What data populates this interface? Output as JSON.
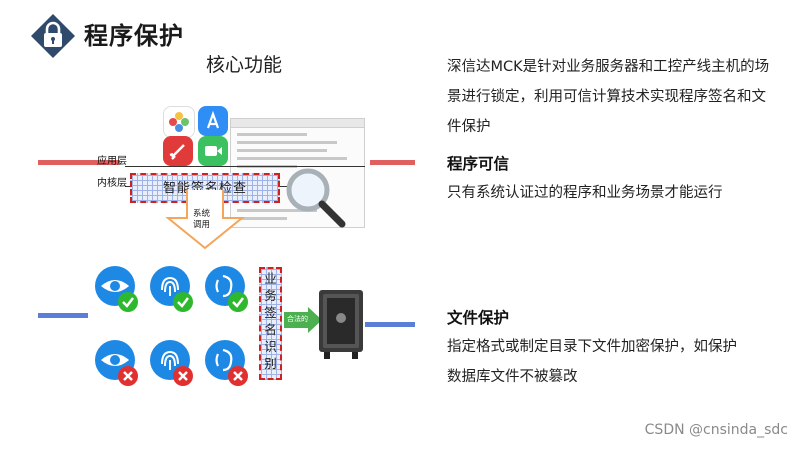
{
  "header": {
    "title": "程序保护",
    "subtitle": "核心功能",
    "lock_icon": "lock-icon"
  },
  "diagram": {
    "app_layer_label": "应用层",
    "kernel_layer_label": "内核层",
    "signature_check_label": "智能签名检查",
    "system_call_label_line1": "系统",
    "system_call_label_line2": "调用",
    "business_signature_chars": [
      "业",
      "务",
      "签",
      "名",
      "识",
      "别"
    ],
    "safe_arrow_label": "合法的",
    "app_icons": [
      "photos-icon",
      "app-store-icon",
      "rocket-icon",
      "facetime-icon"
    ],
    "biometrics_allowed": [
      "eye-icon",
      "fingerprint-icon",
      "face-scan-icon"
    ],
    "biometrics_denied": [
      "eye-icon",
      "fingerprint-icon",
      "face-scan-icon"
    ],
    "colors": {
      "red_bar": "#e06060",
      "blue_bar": "#5b7fd9",
      "arrow": "#f4a55a",
      "check": "#2eb82e",
      "cross": "#e03030"
    }
  },
  "description": "深信达MCK是针对业务服务器和工控产线主机的场景进行锁定，利用可信计算技术实现程序签名和文件保护",
  "sections": [
    {
      "heading": "程序可信",
      "text": "只有系统认证过的程序和业务场景才能运行"
    },
    {
      "heading": "文件保护",
      "text": "指定格式或制定目录下文件加密保护，如保护数据库文件不被篡改"
    }
  ],
  "watermark": "CSDN @cnsinda_sdc"
}
